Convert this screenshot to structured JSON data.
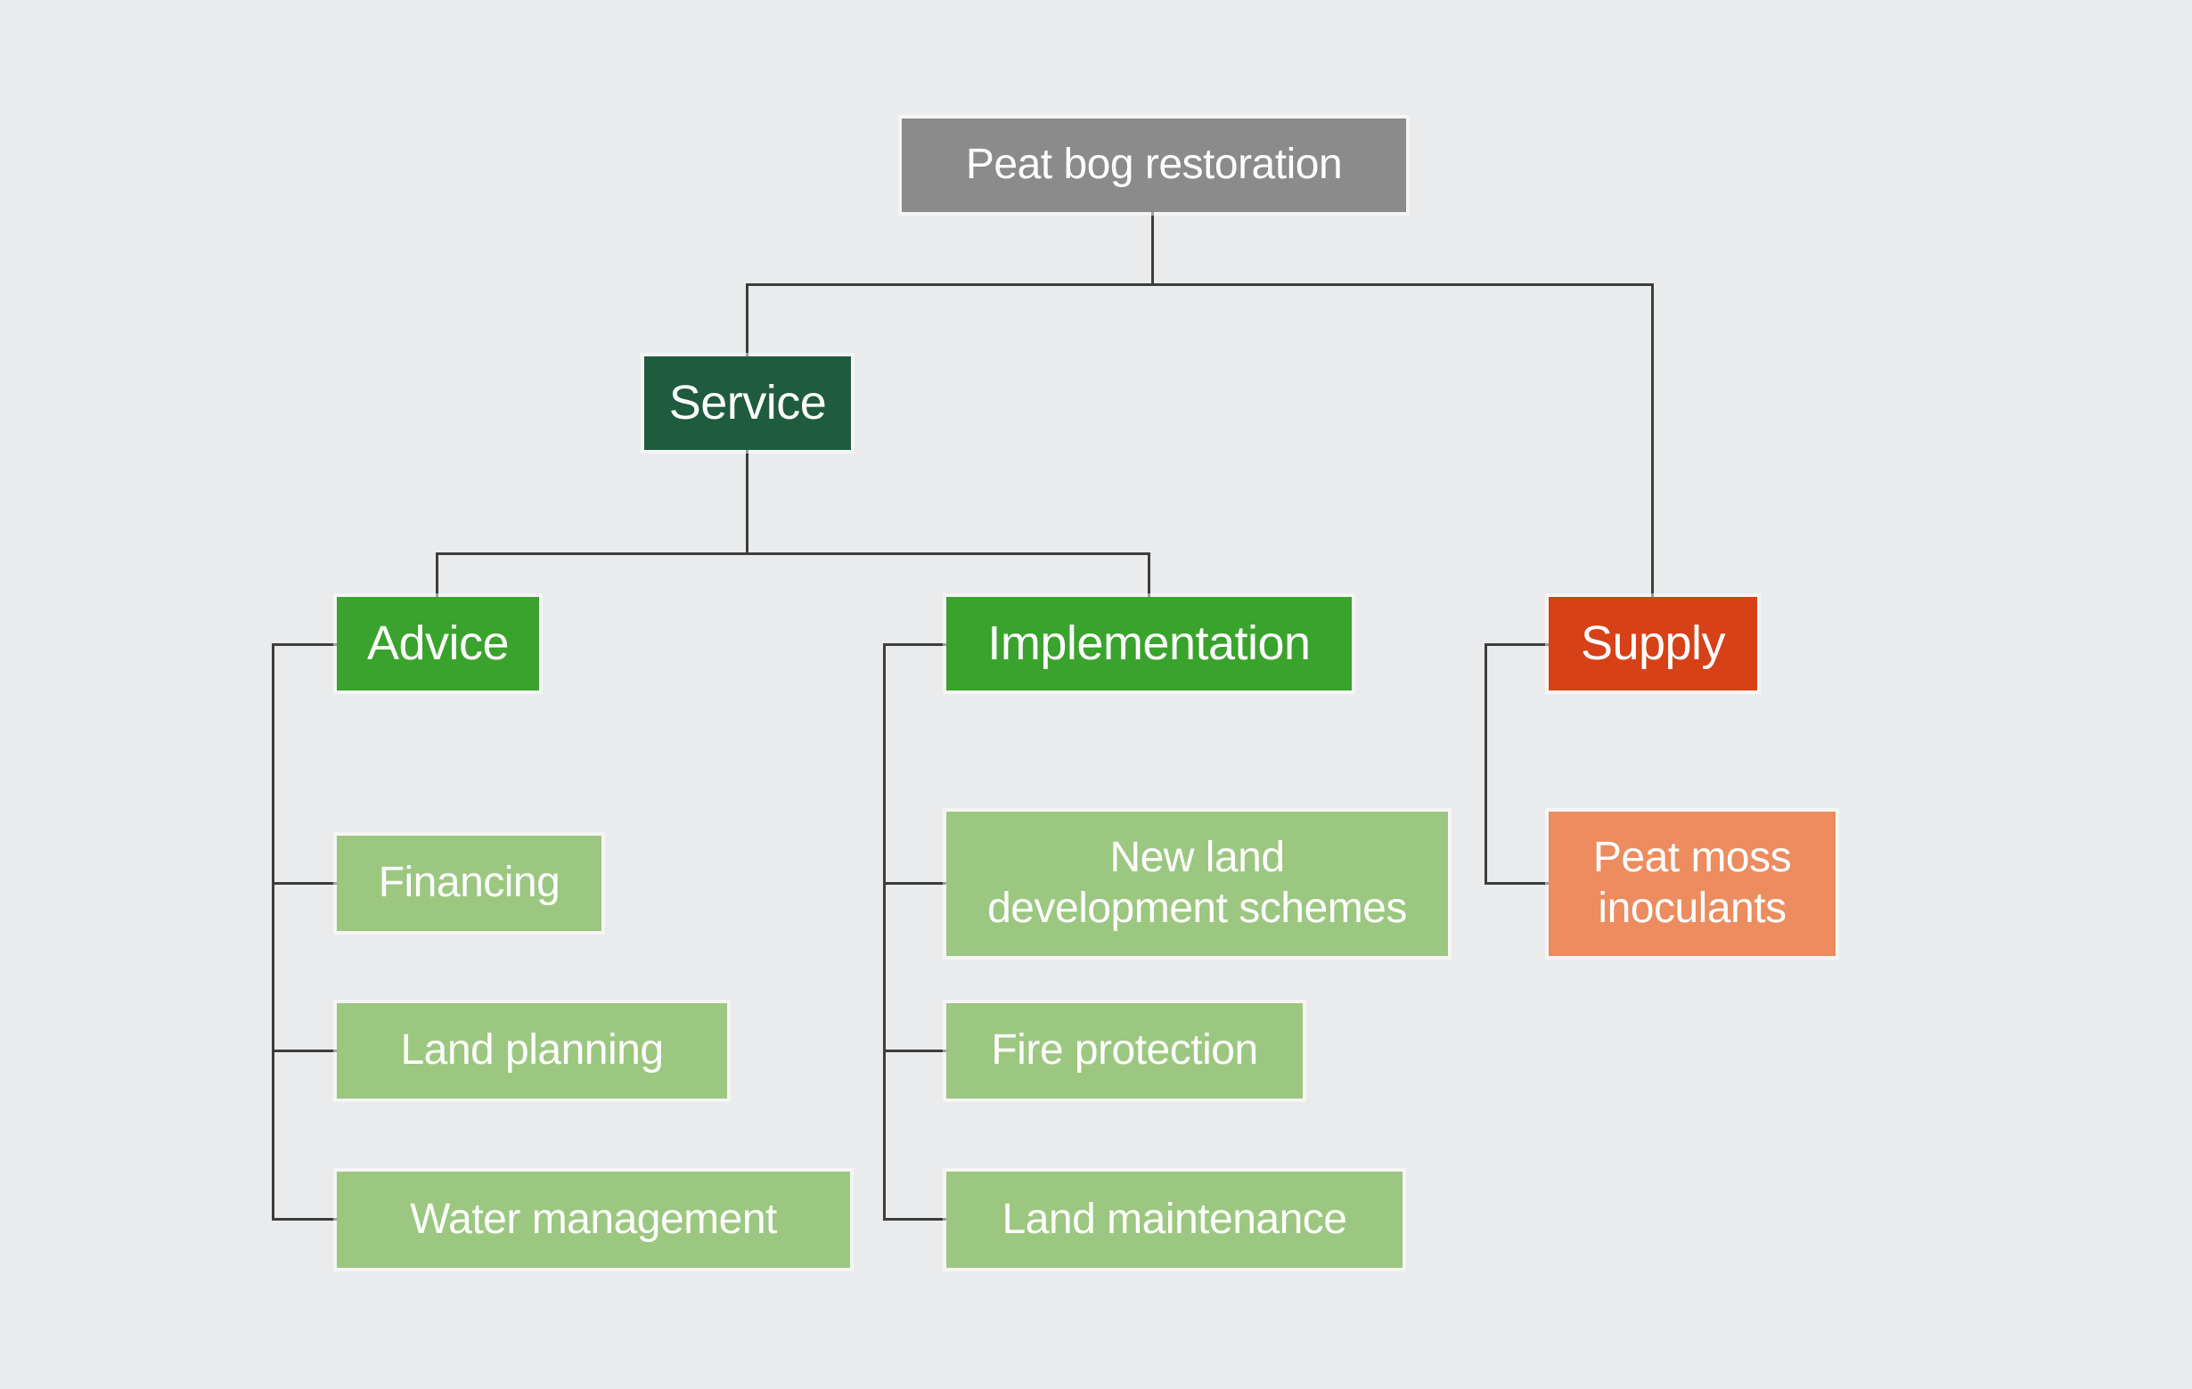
{
  "diagram_title": "Peat bog restoration",
  "diagram_type": "hierarchy-tree",
  "colors": {
    "background": "#eaebec",
    "connector": "#3d3d3d",
    "text": "#ffffff",
    "root_gray": "#8b8b8b",
    "dark_green": "#1f5b3e",
    "bright_green": "#3aa32d",
    "light_green": "#9cc781",
    "red_orange": "#d74117",
    "salmon": "#ec8c5f"
  },
  "nodes": {
    "root": {
      "label": "Peat bog restoration",
      "color": "#8b8b8b"
    },
    "service": {
      "label": "Service",
      "color": "#1f5b3e"
    },
    "advice": {
      "label": "Advice",
      "color": "#3aa32d",
      "children": [
        {
          "label": "Financing",
          "color": "#9cc781"
        },
        {
          "label": "Land planning",
          "color": "#9cc781"
        },
        {
          "label": "Water management",
          "color": "#9cc781"
        }
      ]
    },
    "implementation": {
      "label": "Implementation",
      "color": "#3aa32d",
      "children": [
        {
          "label": "New land\ndevelopment schemes",
          "color": "#9cc781"
        },
        {
          "label": "Fire protection",
          "color": "#9cc781"
        },
        {
          "label": "Land maintenance",
          "color": "#9cc781"
        }
      ]
    },
    "supply": {
      "label": "Supply",
      "color": "#d74117",
      "children": [
        {
          "label": "Peat moss\ninoculants",
          "color": "#ec8c5f"
        }
      ]
    }
  }
}
